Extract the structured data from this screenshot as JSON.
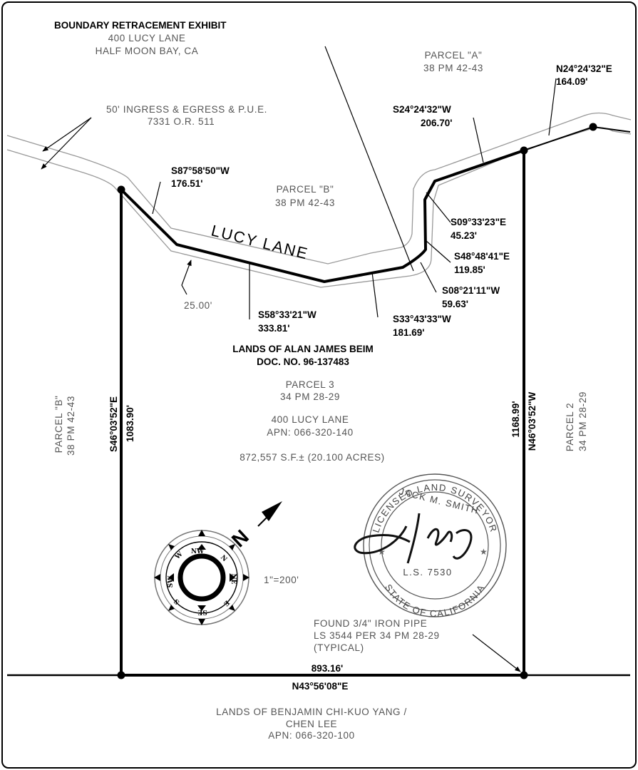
{
  "header": {
    "title": "BOUNDARY RETRACEMENT EXHIBIT",
    "address": "400 LUCY LANE",
    "city": "HALF MOON BAY, CA"
  },
  "easement": {
    "line1": "50' INGRESS & EGRESS & P.U.E.",
    "line2": "7331 O.R. 511"
  },
  "parcel_a": {
    "name": "PARCEL \"A\"",
    "ref": "38 PM 42-43"
  },
  "parcel_b_top": {
    "name": "PARCEL \"B\"",
    "ref": "38 PM 42-43"
  },
  "parcel_b_left": {
    "name": "PARCEL \"B\"",
    "ref": "38 PM 42-43"
  },
  "parcel_2_right": {
    "name": "PARCEL 2",
    "ref": "34 PM 28-29"
  },
  "road_name": "LUCY LANE",
  "road_width": "25.00'",
  "courses": [
    {
      "bearing": "S87°58'50\"W",
      "distance": "176.51'"
    },
    {
      "bearing": "S58°33'21\"W",
      "distance": "333.81'"
    },
    {
      "bearing": "S33°43'33\"W",
      "distance": "181.69'"
    },
    {
      "bearing": "S08°21'11\"W",
      "distance": "59.63'"
    },
    {
      "bearing": "S48°48'41\"E",
      "distance": "119.85'"
    },
    {
      "bearing": "S09°33'23\"E",
      "distance": "45.23'"
    },
    {
      "bearing": "S24°24'32\"W",
      "distance": "206.70'"
    },
    {
      "bearing": "N24°24'32\"E",
      "distance": "164.09'"
    }
  ],
  "left_line": {
    "bearing": "S46°03'52\"E",
    "distance": "1083.90'"
  },
  "right_line": {
    "bearing": "N46°03'52\"W",
    "distance": "1168.99'"
  },
  "bottom_line": {
    "distance": "893.16'",
    "bearing": "N43°56'08\"E"
  },
  "owner": {
    "line1": "LANDS OF ALAN JAMES BEIM",
    "line2": "DOC. NO. 96-137483"
  },
  "parcel_3": {
    "name": "PARCEL 3",
    "ref": "34 PM 28-29",
    "address": "400 LUCY LANE",
    "apn": "APN: 066-320-140",
    "area": "872,557 S.F.± (20.100 ACRES)"
  },
  "scale": "1\"=200'",
  "compass": {
    "north": "N",
    "labels": {
      "nw": "NW",
      "w": "W",
      "sw": "SW",
      "s": "S",
      "se": "SE",
      "e": "E",
      "ne": "NE",
      "n": "N"
    }
  },
  "stamp": {
    "top_text": "LICENSED LAND SURVEYOR",
    "name": "JACK M. SMITH",
    "number": "L.S. 7530",
    "bottom_text": "STATE OF CALIFORNIA"
  },
  "monument": {
    "line1": "FOUND 3/4\" IRON PIPE",
    "line2": "LS 3544 PER 34 PM 28-29",
    "line3": "(TYPICAL)"
  },
  "south_owner": {
    "line1": "LANDS OF BENJAMIN CHI-KUO YANG /",
    "line2": "CHEN LEE",
    "apn": "APN: 066-320-100"
  }
}
